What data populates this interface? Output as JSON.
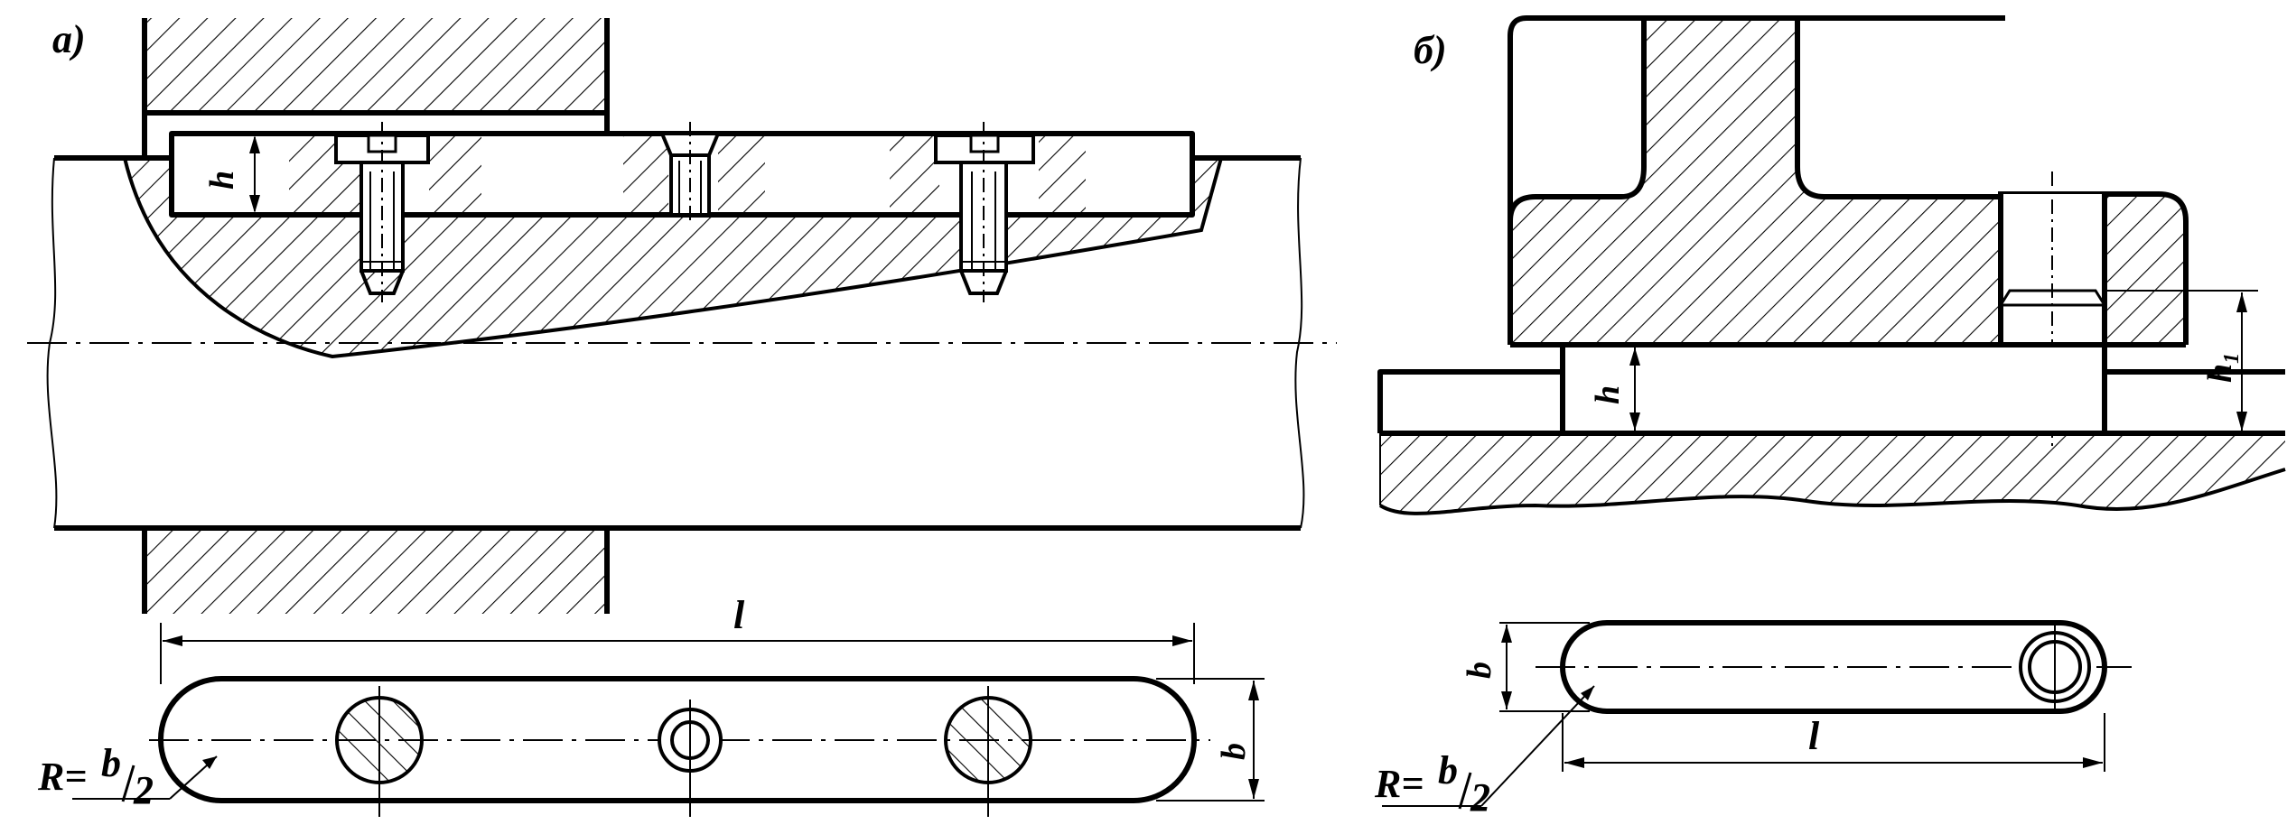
{
  "view_a": {
    "label": "а)",
    "dim_h": "h",
    "dim_l": "l",
    "dim_b": "b",
    "radius_R": "R=",
    "radius_num": "b",
    "radius_den": "2"
  },
  "view_b": {
    "label": "б)",
    "dim_h": "h",
    "dim_h1_main": "h",
    "dim_h1_sub": "1",
    "dim_l": "l",
    "dim_b": "b",
    "radius_R": "R=",
    "radius_num": "b",
    "radius_den": "2"
  }
}
